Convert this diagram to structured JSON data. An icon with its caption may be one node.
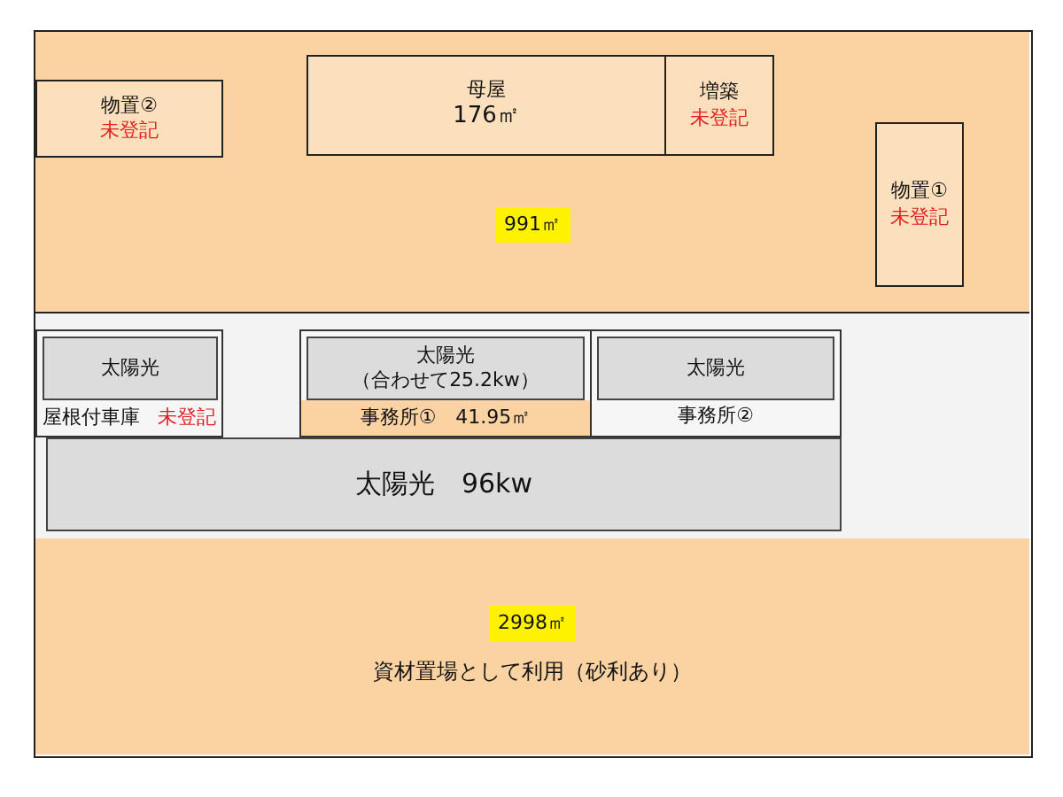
{
  "diagram": {
    "nodes": [
      {
        "text": [
          "991㎡"
        ]
      },
      {
        "text": [
          "物置②",
          "未登記"
        ],
        "in": 0
      },
      {
        "text": [
          "母屋",
          "176㎡"
        ],
        "in": 0
      },
      {
        "text": [
          "増築",
          "未登記"
        ],
        "in": 0
      },
      {
        "text": [
          "物置①",
          "未登記"
        ],
        "in": 0
      },
      {
        "text": [],
        "shape": "box"
      },
      {
        "text": [
          "屋根付車庫",
          "未登記"
        ],
        "in": 5
      },
      {
        "text": [
          "太陽光"
        ],
        "in": 6
      },
      {
        "text": [
          "事務所①　41.95㎡"
        ],
        "in": 5
      },
      {
        "text": [
          "太陽光",
          "（合わせて25.2kw）"
        ],
        "in": 8
      },
      {
        "text": [
          "事務所②"
        ],
        "in": 5
      },
      {
        "text": [
          "太陽光"
        ],
        "in": 10
      },
      {
        "text": [
          "太陽光　96kw"
        ],
        "in": 5
      },
      {
        "text": [
          "2998㎡",
          "資材置場として利用（砂利あり）"
        ]
      }
    ]
  }
}
